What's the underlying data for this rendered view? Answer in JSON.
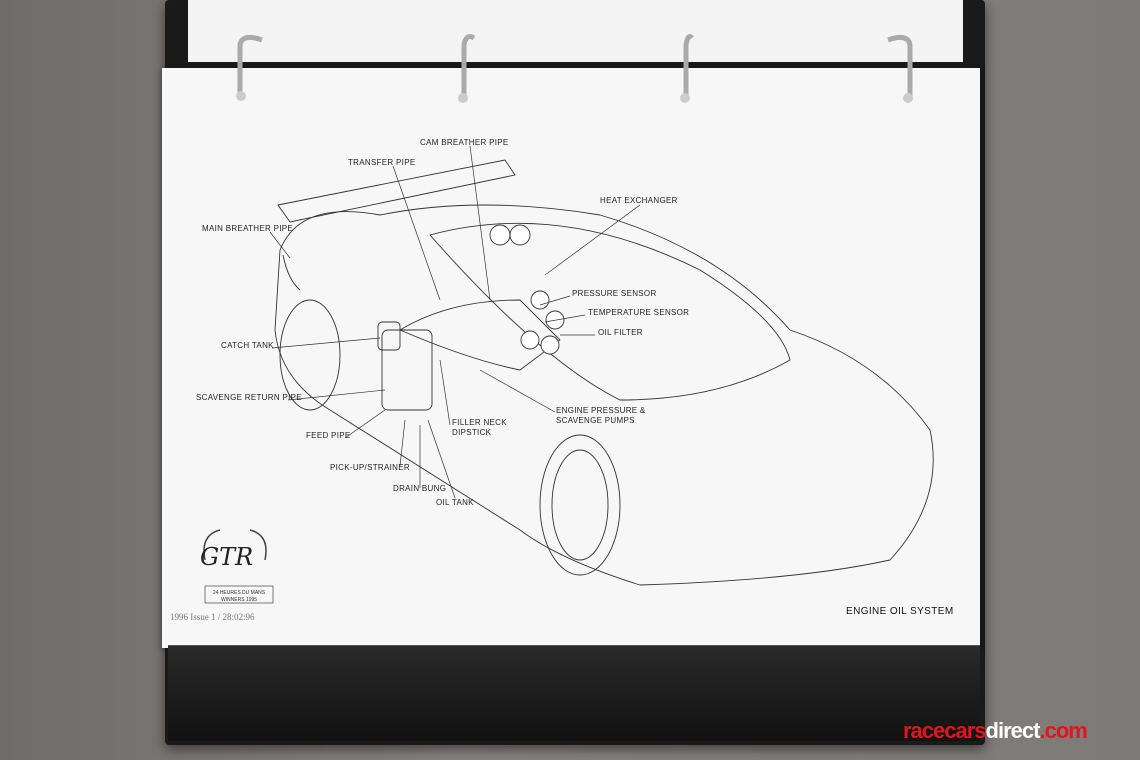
{
  "diagram": {
    "labels": {
      "cam_breather_pipe": "CAM BREATHER PIPE",
      "transfer_pipe": "TRANSFER PIPE",
      "heat_exchanger": "HEAT EXCHANGER",
      "main_breather_pipe": "MAIN BREATHER PIPE",
      "pressure_sensor": "PRESSURE SENSOR",
      "temperature_sensor": "TEMPERATURE SENSOR",
      "oil_filter": "OIL FILTER",
      "catch_tank": "CATCH TANK",
      "scavenge_return_pipe": "SCAVENGE RETURN PIPE",
      "engine_pumps_1": "ENGINE PRESSURE &",
      "engine_pumps_2": "SCAVENGE PUMPS",
      "filler_neck": "FILLER NECK",
      "dipstick": "DIPSTICK",
      "feed_pipe": "FEED PIPE",
      "pickup_strainer": "PICK-UP/STRAINER",
      "drain_bung": "DRAIN BUNG",
      "oil_tank": "OIL TANK"
    },
    "page_title": "ENGINE OIL SYSTEM",
    "issue": "1996 Issue 1 / 28:02:96",
    "logo": {
      "text": "GTR",
      "line1": "24 HEURES DU MANS",
      "line2": "WINNERS 1995"
    }
  },
  "watermark": {
    "part1": "racecars",
    "part2": "direct",
    "part3": ".com",
    "red": "#e3141b"
  }
}
